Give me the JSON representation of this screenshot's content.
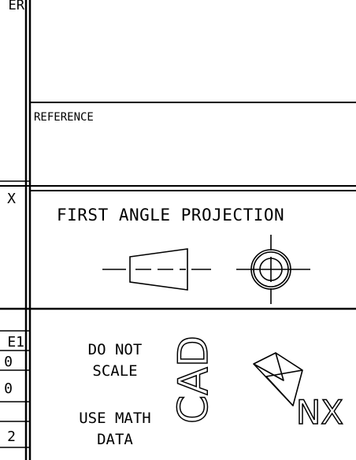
{
  "left_column": {
    "top_fragment": "ER",
    "mid_fragment": "X",
    "cells": [
      "E1",
      "0",
      "0",
      "",
      "2"
    ]
  },
  "reference": {
    "label": "REFERENCE"
  },
  "projection": {
    "title": "FIRST ANGLE PROJECTION"
  },
  "notes": {
    "scale_line1": "DO NOT",
    "scale_line2": "SCALE",
    "math_line1": "USE MATH",
    "math_line2": "DATA"
  },
  "logos": {
    "cad_text": "CAD",
    "nx_text": "NX"
  },
  "colors": {
    "ink": "#000000",
    "paper": "#ffffff"
  }
}
